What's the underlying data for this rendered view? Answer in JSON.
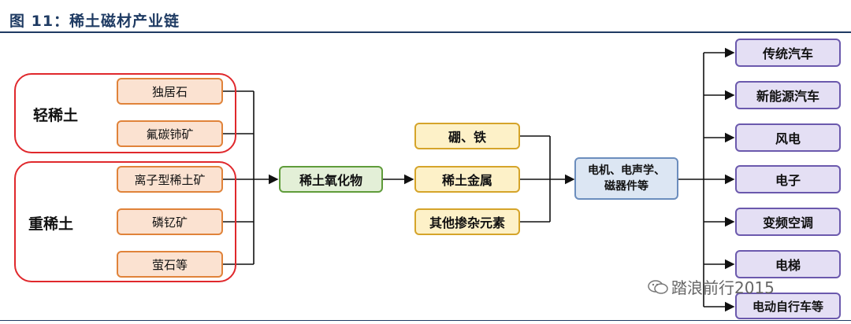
{
  "title": "图  11：稀土磁材产业链",
  "light_group": {
    "label": "轻稀土",
    "ores": [
      "独居石",
      "氟碳铈矿"
    ]
  },
  "heavy_group": {
    "label": "重稀土",
    "ores": [
      "离子型稀土矿",
      "磷钇矿",
      "萤石等"
    ]
  },
  "oxide": "稀土氧化物",
  "materials": [
    "硼、铁",
    "稀土金属",
    "其他掺杂元素"
  ],
  "components": {
    "line1": "电机、电声学、",
    "line2": "磁器件等"
  },
  "applications": [
    "传统汽车",
    "新能源汽车",
    "风电",
    "电子",
    "变频空调",
    "电梯",
    "电动自行车等"
  ],
  "watermark": "踏浪前行2015",
  "colors": {
    "title": "#1f3b63",
    "group_border": "#e0282c",
    "ore_fill": "#fbe2d1",
    "oxide_fill": "#e3efd7",
    "material_fill": "#fdf1c8",
    "component_fill": "#dce6f3",
    "application_fill": "#e4dff4"
  }
}
